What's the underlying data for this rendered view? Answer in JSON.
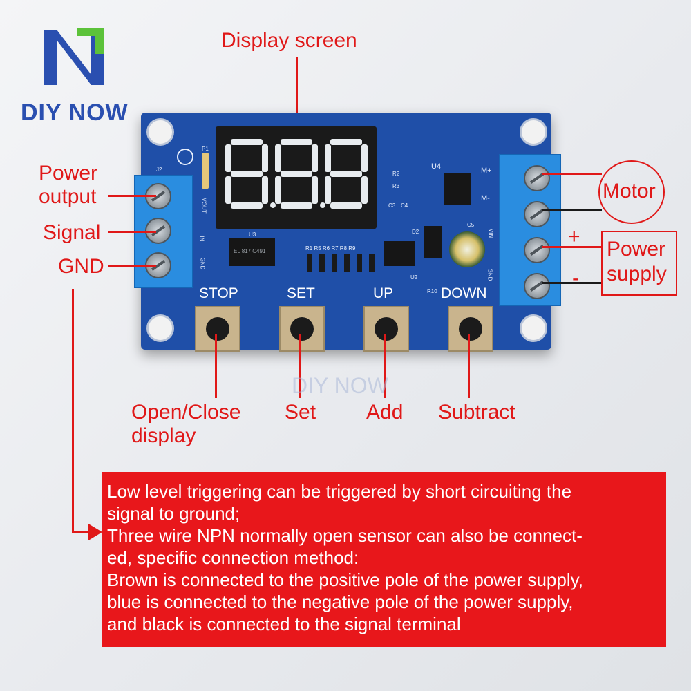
{
  "brand": {
    "logo_text": "DIY NOW",
    "watermark_text": "DIY NOW",
    "colors": {
      "blue": "#2a4fb0",
      "green": "#5cc23a"
    }
  },
  "callouts": {
    "display_screen": "Display screen",
    "power_output_line1": "Power",
    "power_output_line2": "output",
    "signal": "Signal",
    "gnd": "GND",
    "motor": "Motor",
    "plus": "+",
    "minus": "-",
    "power_supply_line1": "Power",
    "power_supply_line2": "supply",
    "open_close_line1": "Open/Close",
    "open_close_line2": "display",
    "set": "Set",
    "add": "Add",
    "subtract": "Subtract"
  },
  "board": {
    "buttons": [
      "STOP",
      "SET",
      "UP",
      "DOWN"
    ],
    "silkscreen": {
      "j2": "J2",
      "p1": "P1",
      "u3": "U3",
      "u4": "U4",
      "u2": "U2",
      "m_plus": "M+",
      "m_minus": "M-",
      "c5": "C5",
      "d2": "D2",
      "r2": "R2",
      "r3": "R3",
      "c3": "C3",
      "c4": "C4",
      "r_row": "R1  R5 R6 R7 R8 R9",
      "r10": "R10",
      "vout": "VOUT",
      "in": "IN",
      "gnd": "GND",
      "gnd_right": "GND",
      "vin": "VIN",
      "opto": "EL 817 C491"
    }
  },
  "note": {
    "lines": [
      "Low level triggering can be triggered by short circuiting the",
      "signal to ground;",
      "Three wire NPN normally open sensor can also be connect-",
      "ed, specific connection method:",
      "Brown is connected to the positive pole of the power supply,",
      "blue is connected to the negative pole of the power supply,",
      "and black is connected to the signal terminal"
    ]
  },
  "colors": {
    "callout_red": "#e01818",
    "board_blue": "#1f4fa8",
    "terminal_blue": "#2a8de0",
    "note_bg": "#e8171b"
  }
}
